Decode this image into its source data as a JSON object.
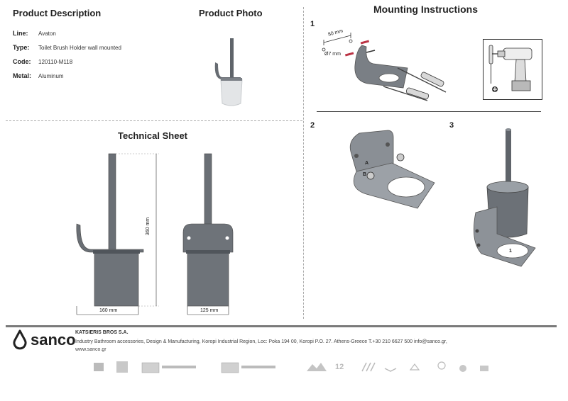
{
  "sections": {
    "description_title": "Product Description",
    "photo_title": "Product Photo",
    "mounting_title": "Mounting Instructions",
    "technical_title": "Technical Sheet"
  },
  "specs": [
    {
      "key": "Line:",
      "value": "Avaton"
    },
    {
      "key": "Type:",
      "value": "Toilet Brush Holder wall mounted"
    },
    {
      "key": "Code:",
      "value": "120110-M118"
    },
    {
      "key": "Metal:",
      "value": "Aluminum"
    }
  ],
  "steps": [
    "1",
    "2",
    "3"
  ],
  "step1": {
    "dim_spacing": "80 mm",
    "dim_drill": "Ø7 mm"
  },
  "step2": {
    "label_a": "A",
    "label_b": "B"
  },
  "step3": {
    "label_1": "1"
  },
  "technical": {
    "height": "360 mm",
    "width_front": "160 mm",
    "width_side": "125 mm"
  },
  "footer": {
    "logo_text": "sanco",
    "company": "KATSIERIS BROS S.A.",
    "address_line1": "Industry Bathroom accessories, Design & Manufacturing, Koropi Industrial Region, Loc: Poka 194 00, Koropi P.O. 27. Athens-Greece  T.+30 210 6627 500 info@sanco.gr,",
    "address_line2": "www.sanco.gr"
  },
  "colors": {
    "metal": "#5f646a",
    "metal_light": "#9ca1a7",
    "glass": "#e4e6e8",
    "rule": "#7a7a7a"
  }
}
